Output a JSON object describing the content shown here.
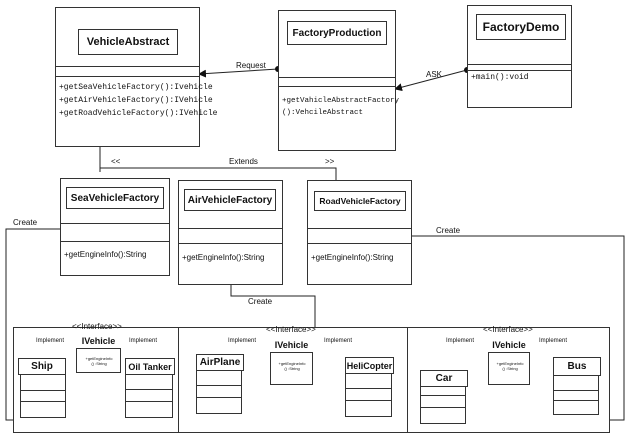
{
  "vehicle_abstract": {
    "title": "VehicleAbstract",
    "methods": [
      "+getSeaVehicleFactory():Ivehicle",
      "+getAirVehicleFactory():IVehicle",
      "+getRoadVehicleFactory():IVehicle"
    ]
  },
  "factory_production": {
    "title": "FactoryProduction",
    "methods": [
      "+getVahicleAbstractFactory",
      "():VehcileAbstract"
    ]
  },
  "factory_demo": {
    "title": "FactoryDemo",
    "methods": [
      "+main():void"
    ]
  },
  "sea_factory": {
    "title": "SeaVehicleFactory",
    "method": "+getEngineInfo():String"
  },
  "air_factory": {
    "title": "AirVehicleFactory",
    "method": "+getEngineInfo():String"
  },
  "road_factory": {
    "title": "RoadVehicleFactory",
    "method": "+getEngineInfo():String"
  },
  "labels": {
    "request": "Request",
    "ask": "ASK",
    "extends": "Extends",
    "extends_left": "<<",
    "extends_right": ">>",
    "create_left": "Create",
    "create_right": "Create",
    "create_middle": "Create"
  },
  "groups": [
    {
      "interface": "<<Interface>>",
      "ivehicle": "IVehicle",
      "ivehicle_method": "+getEngineInfo\n() :String",
      "implement_left": "Implement",
      "implement_right": "Implement",
      "left_class": "Ship",
      "right_class": "Oil Tanker"
    },
    {
      "interface": "<<Interface>>",
      "ivehicle": "IVehicle",
      "ivehicle_method": "+getEngineInfo\n() :String",
      "implement_left": "Implement",
      "implement_right": "Implement",
      "left_class": "AirPlane",
      "right_class": "HeliCopter"
    },
    {
      "interface": "<<Interface>>",
      "ivehicle": "IVehicle",
      "ivehicle_method": "+getEngineInfo\n() :String",
      "implement_left": "Implement",
      "implement_right": "Implement",
      "left_class": "Car",
      "right_class": "Bus"
    }
  ]
}
